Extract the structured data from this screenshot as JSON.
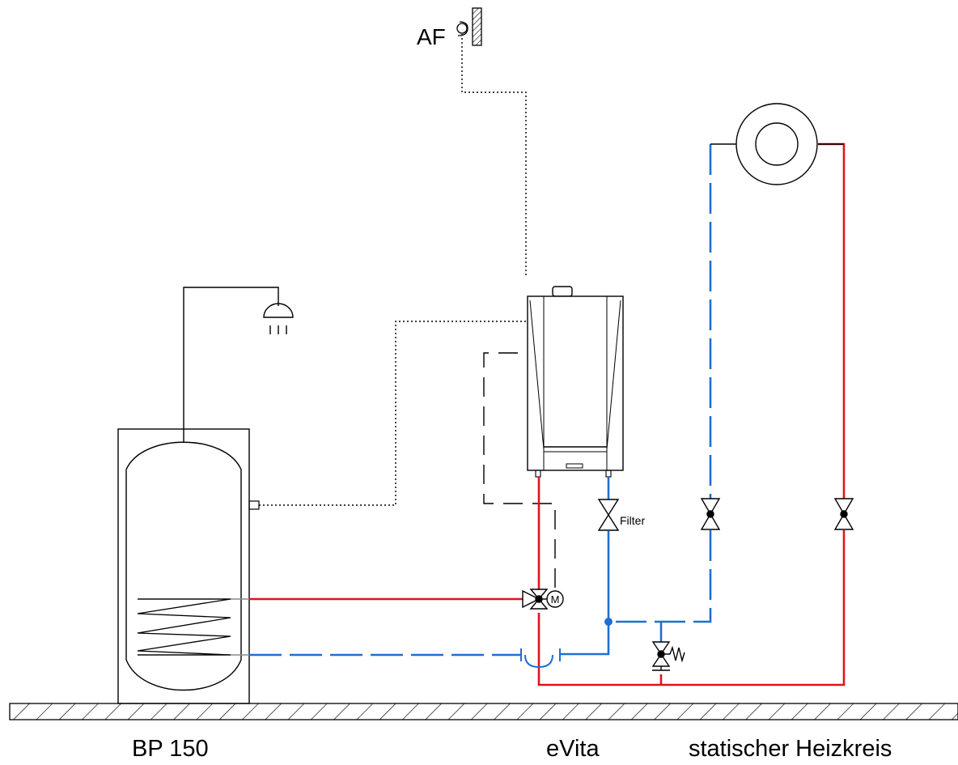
{
  "labels": {
    "storage_tank": "BP 150",
    "boiler": "eVita",
    "heating_circuit": "statischer Heizkreis",
    "outdoor_sensor": "AF",
    "filter": "Filter",
    "motor": "M"
  },
  "colors": {
    "supply_line": "#e0141b",
    "return_line": "#1f6fd1",
    "control_line": "#000000",
    "floor_hatch": "#000000"
  },
  "icons": [
    "outdoor-sensor-icon",
    "shower-icon",
    "radiator-icon",
    "boiler-icon",
    "storage-tank-icon",
    "three-way-valve-icon",
    "motor-icon",
    "shutoff-valve-icon",
    "filter-valve-icon",
    "pressure-relief-valve-icon",
    "floor-icon"
  ]
}
